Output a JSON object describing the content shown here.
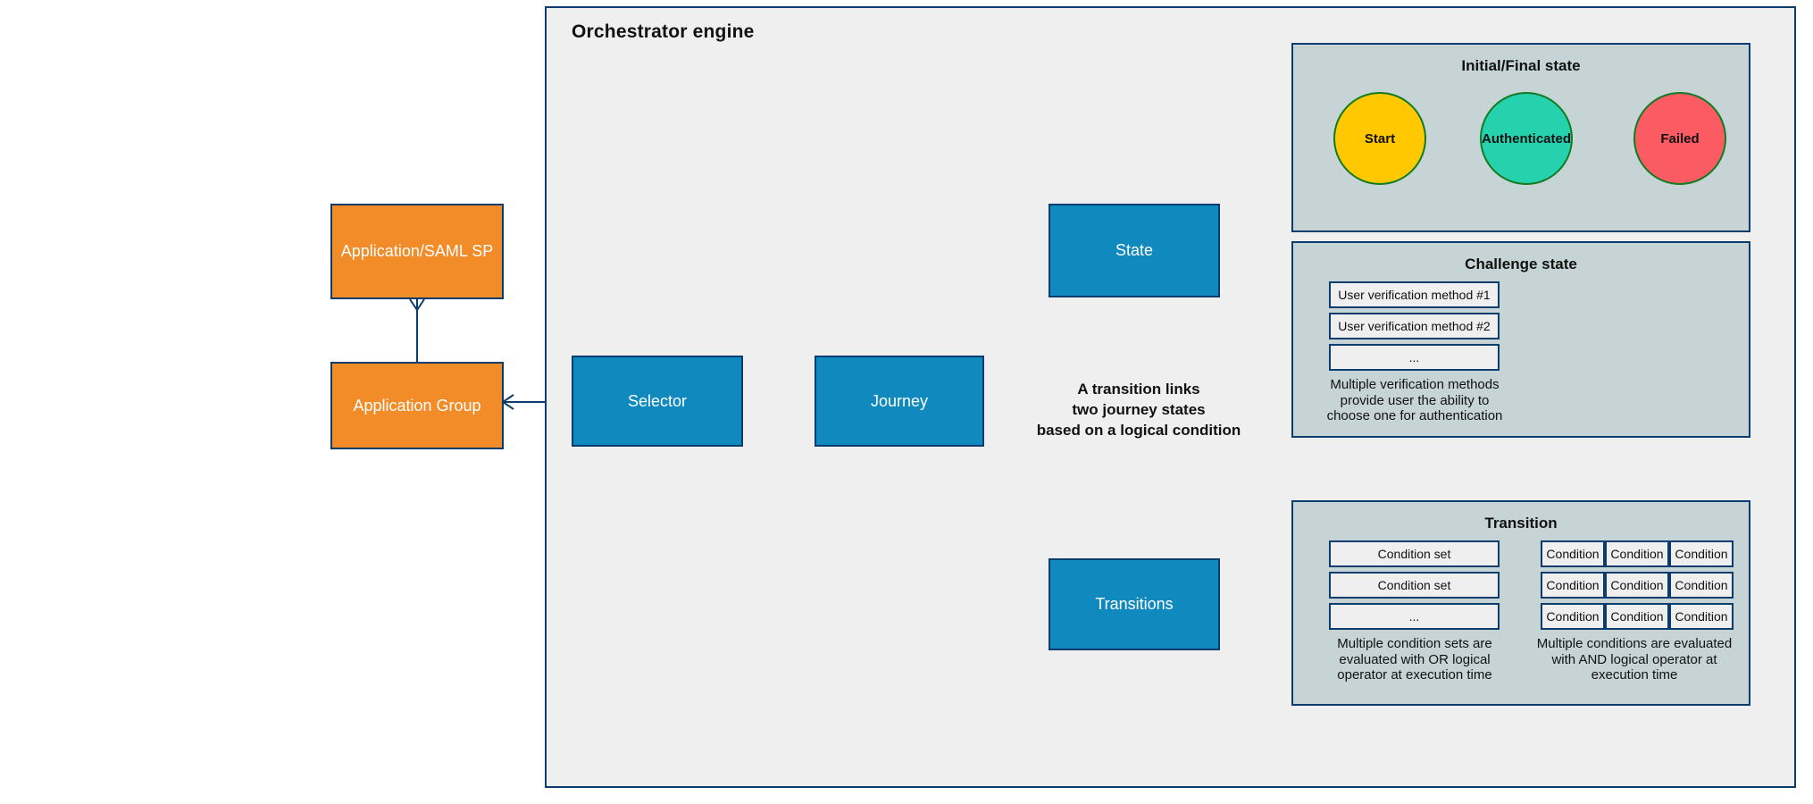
{
  "engine": {
    "title": "Orchestrator engine"
  },
  "left_nodes": [
    {
      "id": "application-saml-sp",
      "label": "Application/SAML SP"
    },
    {
      "id": "application-group",
      "label": "Application Group"
    }
  ],
  "core_nodes": [
    {
      "id": "selector",
      "label": "Selector"
    },
    {
      "id": "journey",
      "label": "Journey"
    },
    {
      "id": "state",
      "label": "State"
    },
    {
      "id": "transitions",
      "label": "Transitions"
    }
  ],
  "center_note": {
    "line1": "A transition links",
    "line2": "two journey states",
    "line3": "based on a logical condition"
  },
  "initial_final_state": {
    "title": "Initial/Final state",
    "circles": [
      {
        "label": "Start",
        "color": "#ffc800"
      },
      {
        "label": "Authenticated",
        "color": "#26d1ae"
      },
      {
        "label": "Failed",
        "color": "#fb5b62"
      }
    ]
  },
  "challenge_state": {
    "title": "Challenge state",
    "items": [
      "User verification method #1",
      "User verification method #2",
      "..."
    ],
    "caption": "Multiple verification methods\nprovide user the ability to\nchoose one for authentication",
    "caption_lines": [
      "Multiple verification methods",
      "provide user the ability to",
      "choose one for authentication"
    ]
  },
  "transition_panel": {
    "title": "Transition",
    "condition_sets": [
      "Condition set",
      "Condition set",
      "..."
    ],
    "condition_grid": [
      [
        "Condition",
        "Condition",
        "Condition"
      ],
      [
        "Condition",
        "Condition",
        "Condition"
      ],
      [
        "Condition",
        "Condition",
        "Condition"
      ]
    ],
    "left_caption_lines": [
      "Multiple condition sets are",
      "evaluated with OR logical",
      "operator at execution time"
    ],
    "right_caption_lines": [
      "Multiple conditions are evaluated",
      "with AND logical operator at",
      "execution time"
    ]
  },
  "colors": {
    "accent_blue": "#1089bf",
    "accent_orange": "#f28c28",
    "border_navy": "#0b3c6e",
    "panel_grayblue": "#c6d4d5",
    "canvas_gray": "#efefef",
    "circle_border_green": "#127a22",
    "start_yellow": "#ffc800",
    "authenticated_teal": "#26d1ae",
    "failed_red": "#fb5b62"
  }
}
